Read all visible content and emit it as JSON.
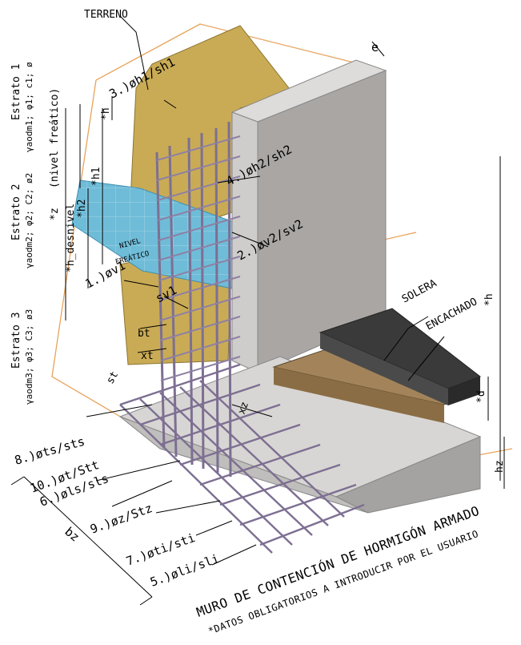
{
  "labels": {
    "terreno": "TERRENO",
    "e": "e",
    "l3": "3.)øh1/sh1",
    "l4": "4.)øh2/sh2",
    "l2": "2.)øv2/sv2",
    "l1a": "1.)øv1",
    "l1b": "sv1",
    "nivel": "NIVEL",
    "freatico": "FREÁTICO",
    "solera": "SOLERA",
    "encachado": "ENCACHADO",
    "h": "*h",
    "d": "*d",
    "hz": "hz",
    "bt": "bt",
    "xt": "xt",
    "st": "st",
    "xz": "xz",
    "bz": "bz",
    "l8": "8.)øts/sts",
    "l10": "10.)øt/Stt",
    "l6": "6.)øls/sls",
    "l9": "9.)øz/Stz",
    "l7": "7.)øti/sti",
    "l5": "5.)øli/sli",
    "estrato1": "Estrato 1",
    "estrato1_params": "γaodm1; φ1; c1; ø",
    "estrato2": "Estrato 2",
    "estrato2_params": "γaodm2; φ2; C2; ø2",
    "estrato3": "Estrato 3",
    "estrato3_params": "γaodm3; φ3; C3; ø3",
    "nivel_freatico": "(nivel freático)",
    "z": "*z",
    "h_desnivel": "*h_desnivel",
    "h2": "*h2",
    "h1": "*h1",
    "h_top": "*h"
  },
  "caption": {
    "title": "MURO DE CONTENCIÓN DE HORMIGÓN ARMADO",
    "note": "*DATOS OBLIGATORIOS A INTRODUCIR POR EL USUARIO"
  },
  "colors": {
    "terreno": "#c9ab55",
    "water": "#6fbcd8",
    "wall_front": "#a9a6a4",
    "wall_side": "#cfcdcb",
    "wall_top": "#dedcda",
    "solera": "#3a3a3a",
    "encachado": "#9c7d4c",
    "rebar": "#7d6f92",
    "guide": "#e8a35a"
  }
}
